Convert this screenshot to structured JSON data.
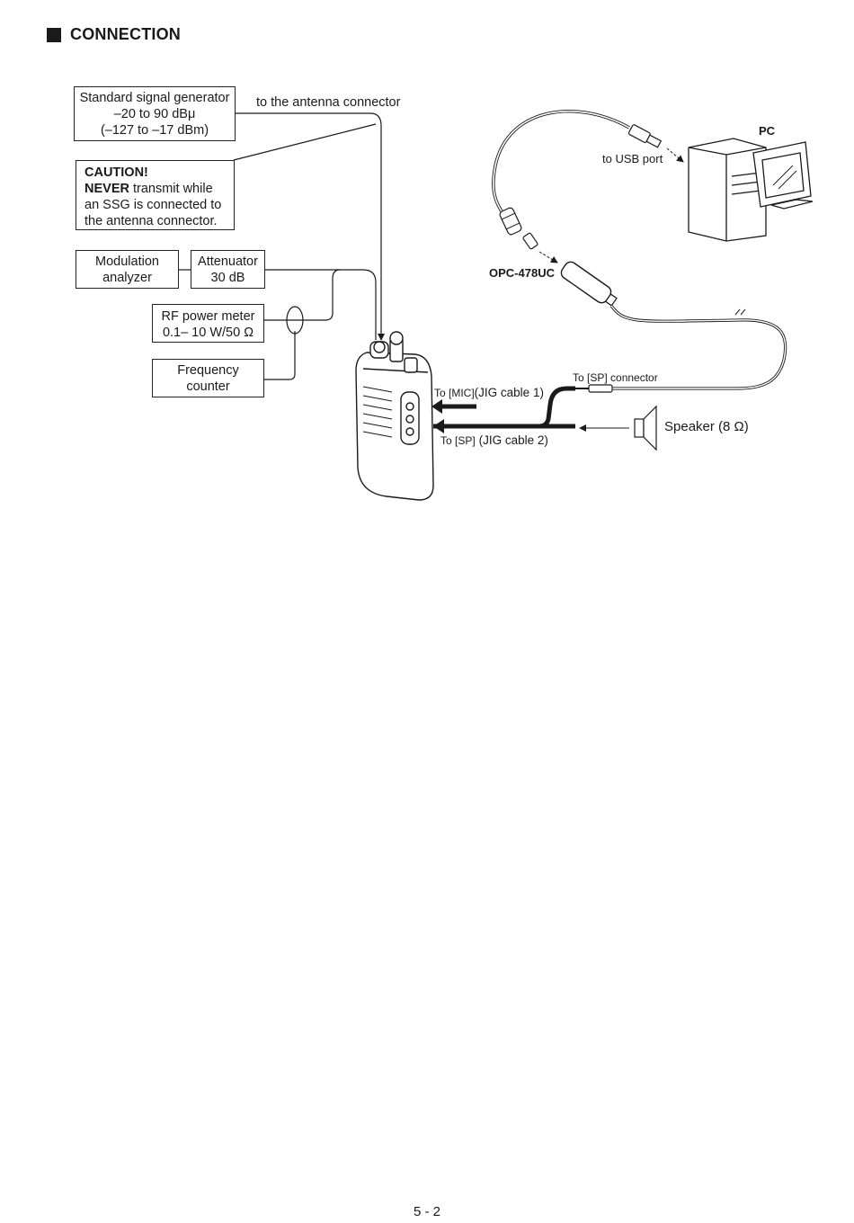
{
  "heading": {
    "title": "CONNECTION"
  },
  "boxes": {
    "ssg": {
      "line1": "Standard signal generator",
      "line2": "–20 to 90 dBμ",
      "line3": "(–127 to –17 dBm)"
    },
    "caution": {
      "title": "CAUTION!",
      "never": "NEVER",
      "line1_rest": " transmit while",
      "line2": "an SSG is connected to",
      "line3": "the antenna connector."
    },
    "modulation": {
      "line1": "Modulation",
      "line2": "analyzer"
    },
    "attenuator": {
      "line1": "Attenuator",
      "line2": "30 dB"
    },
    "rf_meter": {
      "line1": "RF power meter",
      "line2": "0.1– 10 W/50 Ω"
    },
    "frequency": {
      "line1": "Frequency",
      "line2": "counter"
    }
  },
  "labels": {
    "antenna": "to the antenna connector",
    "pc": "PC",
    "usb": "to USB port",
    "opc": "OPC-478UC",
    "sp_connector": "To [SP] connector",
    "mic_to": "To [MIC]",
    "mic_jig": "(JIG cable 1)",
    "sp_to": "To [SP]",
    "sp_jig": "(JIG cable 2)",
    "speaker": "Speaker (8 Ω)"
  },
  "icons": [
    "computer-icon",
    "radio-icon",
    "speaker-icon",
    "usb-plug-icon",
    "adapter-icon"
  ],
  "footer": {
    "page": "5 - 2"
  }
}
